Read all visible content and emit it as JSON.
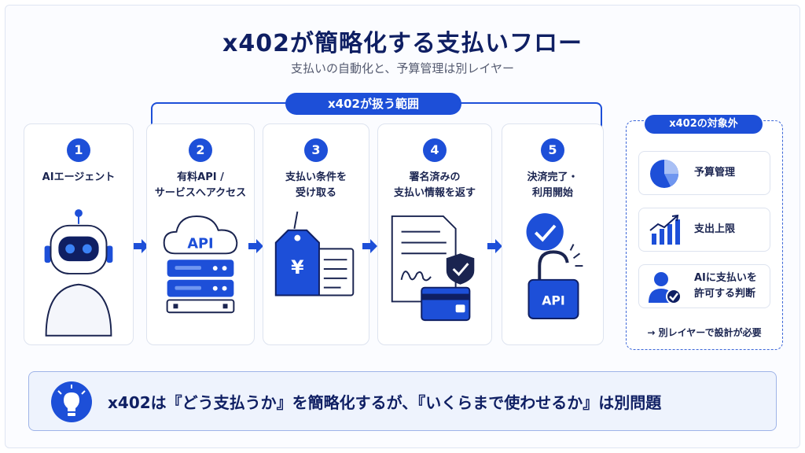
{
  "header": {
    "title": "x402が簡略化する支払いフロー",
    "subtitle": "支払いの自動化と、予算管理は別レイヤー"
  },
  "scope": {
    "label": "x402が扱う範囲"
  },
  "steps": [
    {
      "number": "1",
      "label": "AIエージェント",
      "icon": "robot-icon"
    },
    {
      "number": "2",
      "label": "有料API /\nサービスへアクセス",
      "icon": "api-server-icon",
      "badge": "API"
    },
    {
      "number": "3",
      "label": "支払い条件を\n受け取る",
      "icon": "price-tag-icon",
      "badge": "¥"
    },
    {
      "number": "4",
      "label": "署名済みの\n支払い情報を返す",
      "icon": "signed-document-icon"
    },
    {
      "number": "5",
      "label": "決済完了・\n利用開始",
      "icon": "unlocked-api-icon",
      "badge": "API"
    }
  ],
  "out_of_scope": {
    "label": "x402の対象外",
    "items": [
      {
        "label": "予算管理",
        "icon": "pie-chart-icon"
      },
      {
        "label": "支出上限",
        "icon": "bar-chart-icon"
      },
      {
        "label": "AIに支払いを\n許可する判断",
        "icon": "user-check-icon"
      }
    ],
    "note": "→ 別レイヤーで設計が必要"
  },
  "banner": {
    "text": "x402は『どう支払うか』を簡略化するが、『いくらまで使わせるか』は別問題",
    "icon": "lightbulb-icon"
  },
  "colors": {
    "accent": "#1d4fd8",
    "navy": "#0f1f63",
    "light": "#eef3fd"
  }
}
